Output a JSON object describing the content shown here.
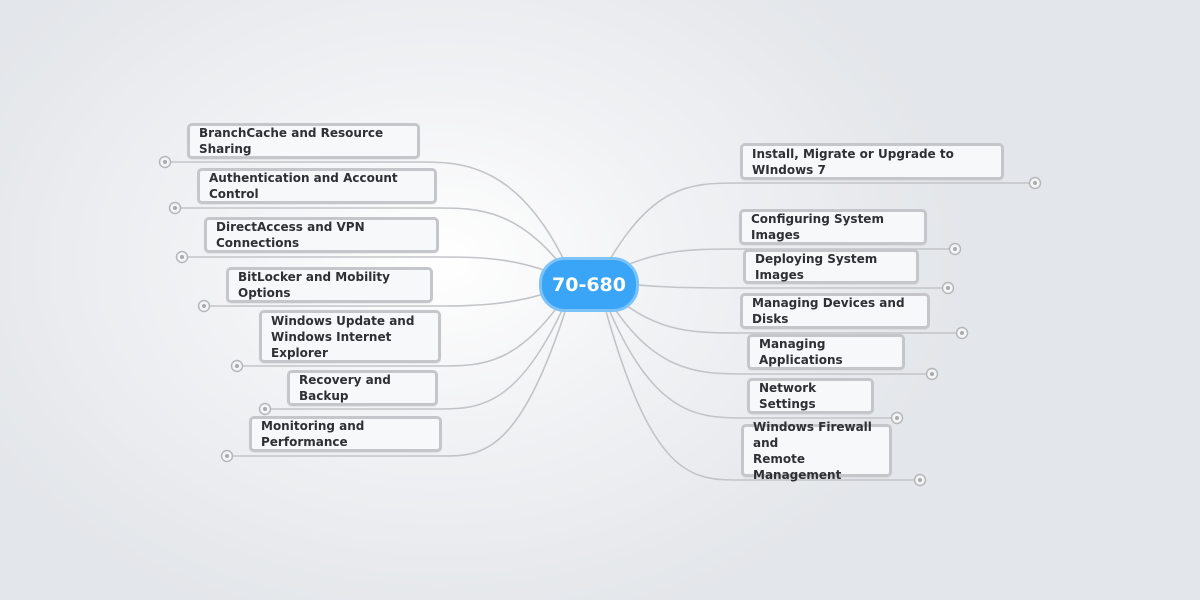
{
  "central_topic": "70-680",
  "left_topics": [
    "BranchCache and Resource Sharing",
    "Authentication and Account Control",
    "DirectAccess and VPN Connections",
    "BitLocker and Mobility Options",
    "Windows Update and\nWindows Internet Explorer",
    "Recovery and Backup",
    "Monitoring and Performance"
  ],
  "right_topics": [
    "Install, Migrate or Upgrade to WIndows 7",
    "Configuring System Images",
    "Deploying System Images",
    "Managing Devices and Disks",
    "Managing Applications",
    "Network Settings",
    "Windows Firewall and\nRemote Management"
  ],
  "colors": {
    "central_fill": "#3aa4f7",
    "node_border": "#c4c6ca",
    "link": "#c2c4c7"
  },
  "icons": {
    "collapse_toggle": "collapse-toggle-icon"
  }
}
